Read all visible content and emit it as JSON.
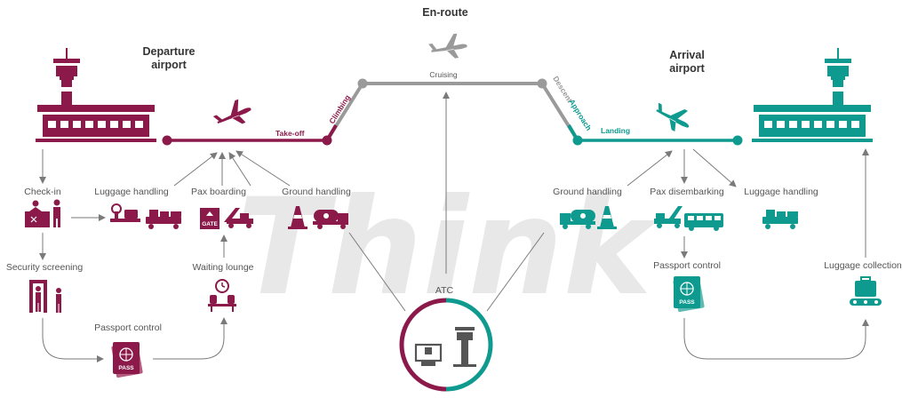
{
  "watermark": "Think",
  "colors": {
    "departure": "#8b1a4a",
    "arrival": "#0e9a8f",
    "enroute": "#9a9a9a",
    "connector": "#7a7a7a",
    "text": "#555555"
  },
  "headings": {
    "enroute": "En-route",
    "departure_l1": "Departure",
    "departure_l2": "airport",
    "arrival_l1": "Arrival",
    "arrival_l2": "airport"
  },
  "phases": {
    "takeoff": "Take-off",
    "climbing": "Climbing",
    "cruising": "Cruising",
    "descent": "Descent",
    "approach": "Approach",
    "landing": "Landing"
  },
  "departure": {
    "checkin": "Check-in",
    "luggage": "Luggage handling",
    "boarding": "Pax boarding",
    "ground": "Ground handling",
    "security": "Security screening",
    "lounge": "Waiting lounge",
    "passport": "Passport control"
  },
  "center": {
    "atc": "ATC"
  },
  "arrival": {
    "ground": "Ground handling",
    "disembarking": "Pax disembarking",
    "luggage": "Luggage handling",
    "passport": "Passport control",
    "collection": "Luggage collection"
  },
  "badges": {
    "gate": "GATE",
    "pass": "PASS"
  },
  "icons": [
    "control-tower-icon",
    "terminal-building-icon",
    "airplane-icon",
    "checkin-desk-icon",
    "scale-icon",
    "luggage-cart-icon",
    "gate-icon",
    "boarding-stairs-icon",
    "traffic-cone-icon",
    "fuel-truck-icon",
    "security-gate-icon",
    "lounge-seats-icon",
    "passport-icon",
    "bus-icon",
    "conveyor-belt-icon",
    "radar-screen-icon"
  ]
}
